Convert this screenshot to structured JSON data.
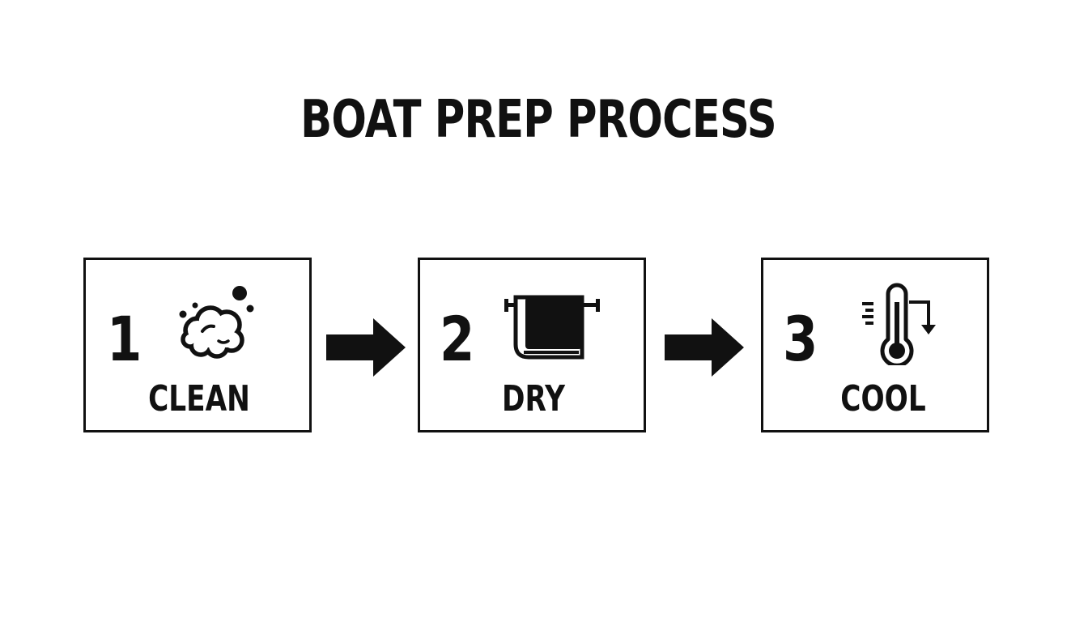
{
  "title": "BOAT PREP PROCESS",
  "steps": [
    {
      "number": "1",
      "label": "CLEAN",
      "icon": "bubbles-icon"
    },
    {
      "number": "2",
      "label": "DRY",
      "icon": "towel-icon"
    },
    {
      "number": "3",
      "label": "COOL",
      "icon": "thermometer-icon"
    }
  ],
  "colors": {
    "ink": "#111111",
    "background": "#ffffff"
  }
}
